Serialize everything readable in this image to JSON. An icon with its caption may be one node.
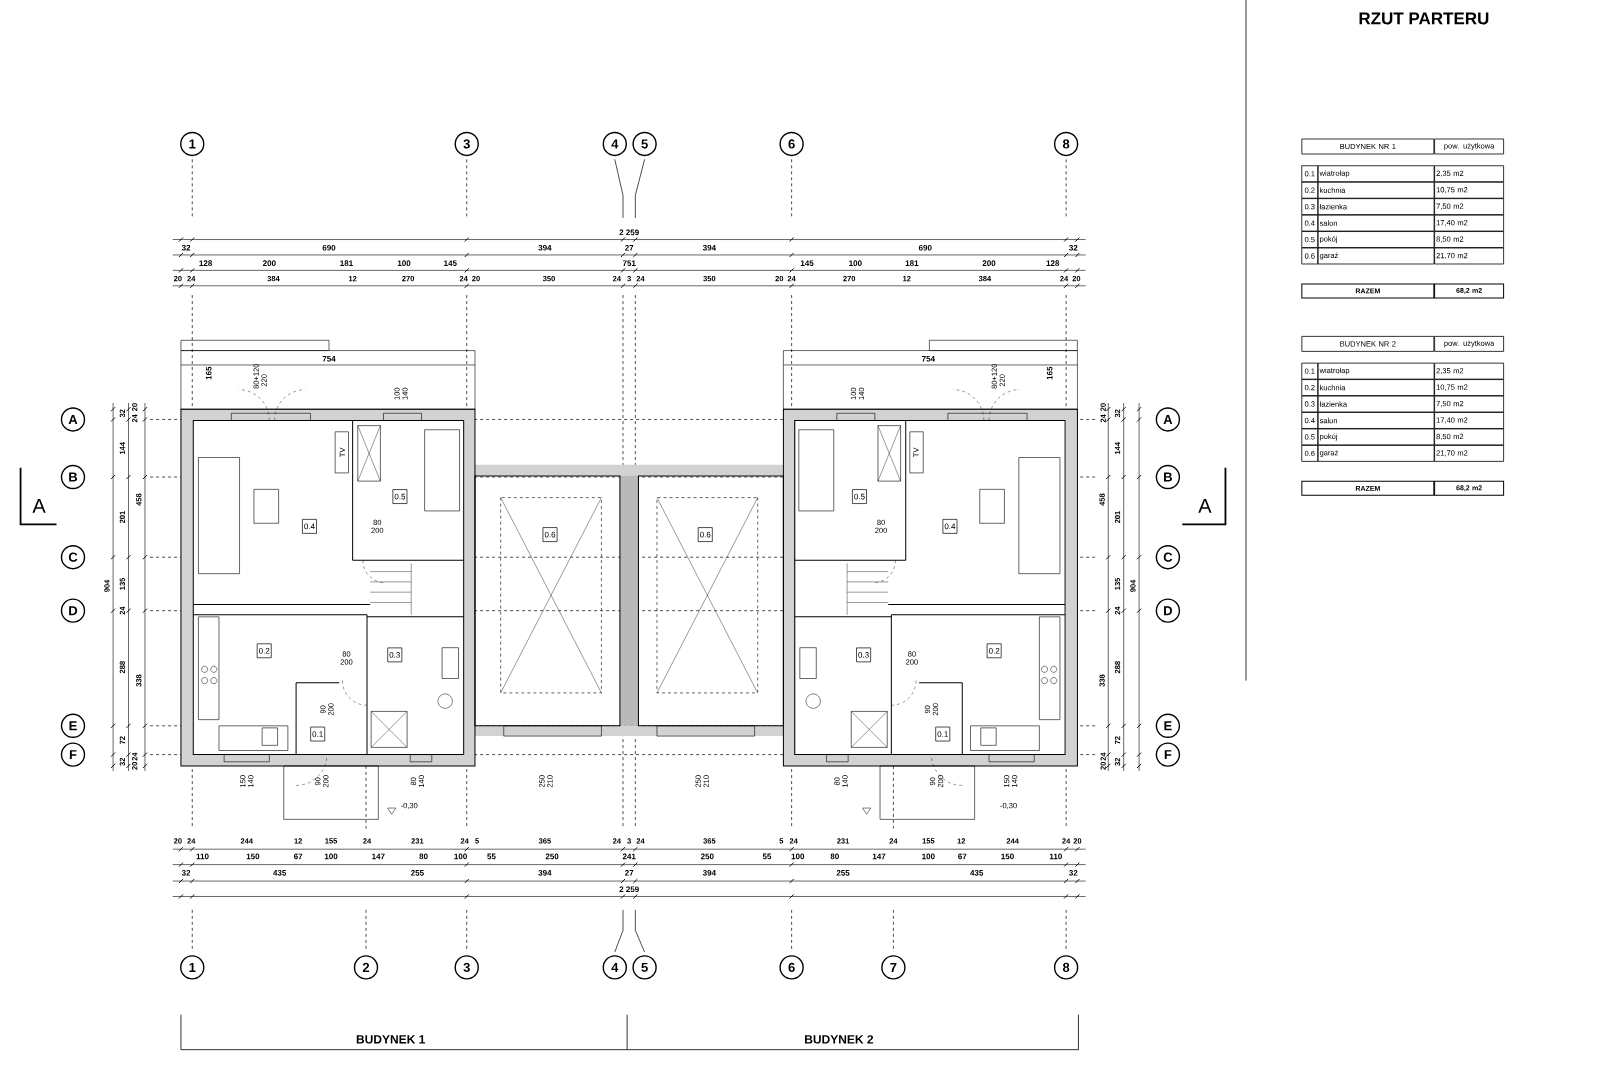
{
  "diagram": {
    "title": "RZUT PARTERU",
    "nodes": [
      {
        "text": [
          "1"
        ]
      },
      {
        "text": [
          "3"
        ]
      },
      {
        "text": [
          "4"
        ]
      },
      {
        "text": [
          "5"
        ]
      },
      {
        "text": [
          "6"
        ]
      },
      {
        "text": [
          "8"
        ]
      },
      {
        "text": [
          "A"
        ]
      },
      {
        "text": [
          "A"
        ]
      },
      {
        "text": [
          "B"
        ]
      },
      {
        "text": [
          "B"
        ]
      },
      {
        "text": [
          "C"
        ]
      },
      {
        "text": [
          "C"
        ]
      },
      {
        "text": [
          "D"
        ]
      },
      {
        "text": [
          "D"
        ]
      },
      {
        "text": [
          "E"
        ]
      },
      {
        "text": [
          "E"
        ]
      },
      {
        "text": [
          "F"
        ]
      },
      {
        "text": [
          "F"
        ]
      },
      {
        "text": [
          "0.5"
        ]
      },
      {
        "text": [
          "0.5"
        ]
      },
      {
        "text": [
          "0.4"
        ]
      },
      {
        "text": [
          "0.4"
        ]
      },
      {
        "text": [
          "0.6"
        ]
      },
      {
        "text": [
          "0.6"
        ]
      },
      {
        "text": [
          "0.2"
        ]
      },
      {
        "text": [
          "0.2"
        ]
      },
      {
        "text": [
          "0.3"
        ]
      },
      {
        "text": [
          "0.3"
        ]
      },
      {
        "text": [
          "0.1"
        ]
      },
      {
        "text": [
          "0.1"
        ]
      },
      {
        "text": [
          "1"
        ]
      },
      {
        "text": [
          "2"
        ]
      },
      {
        "text": [
          "3"
        ]
      },
      {
        "text": [
          "4"
        ]
      },
      {
        "text": [
          "5"
        ]
      },
      {
        "text": [
          "6"
        ]
      },
      {
        "text": [
          "7"
        ]
      },
      {
        "text": [
          "8"
        ]
      }
    ],
    "labels": [
      "BUDYNEK NR 1",
      "pow. użytkowa",
      "0.1",
      "wiatrołap",
      "2,35 m2",
      "0.2",
      "kuchnia",
      "10,75 m2",
      "0.3",
      "łazienka",
      "7,50 m2",
      "0.4",
      "salon",
      "17,40 m2",
      "0.5",
      "pokój",
      "8,50 m2",
      "0.6",
      "garaż",
      "21,70 m2",
      "RAZEM",
      "68,2 m2",
      "BUDYNEK NR 2",
      "pow. użytkowa",
      "0.1",
      "wiatrołap",
      "2,35 m2",
      "0.2",
      "kuchnia",
      "10,75 m2",
      "0.3",
      "łazienka",
      "7,50 m2",
      "0.4",
      "salon",
      "17,40 m2",
      "0.5",
      "pokój",
      "8,50 m2",
      "0.6",
      "garaż",
      "21,70 m2",
      "RAZEM",
      "68,2 m2",
      "2 259",
      "32",
      "690",
      "394",
      "27",
      "394",
      "690",
      "32",
      "128",
      "200",
      "181",
      "100",
      "145",
      "751",
      "145",
      "100",
      "181",
      "200",
      "128",
      "20",
      "24",
      "384",
      "12",
      "270",
      "24",
      "20",
      "350",
      "24",
      "3",
      "24",
      "350",
      "20",
      "24",
      "270",
      "12",
      "384",
      "24",
      "20",
      "754",
      "165",
      "80+120 220",
      "100 140",
      "100 140",
      "80+120 220",
      "165",
      "754",
      "32",
      "24",
      "20",
      "144",
      "201",
      "458",
      "904",
      "135",
      "24",
      "288",
      "338",
      "72",
      "32",
      "20",
      "24",
      "20",
      "24",
      "32",
      "144",
      "458",
      "201",
      "135",
      "904",
      "24",
      "338",
      "288",
      "72",
      "24",
      "20",
      "32",
      "A",
      "A",
      "TV",
      "TV",
      "80 200",
      "80 200",
      "80 200",
      "80 200",
      "90 200",
      "90 200",
      "150 140",
      "90 200",
      "80 140",
      "250 210",
      "250 210",
      "80 140",
      "90 200",
      "150 140",
      "-0,30",
      "-0,30",
      "20",
      "24",
      "244",
      "12",
      "155",
      "24",
      "231",
      "24",
      "5",
      "365",
      "24",
      "3",
      "24",
      "365",
      "5",
      "24",
      "231",
      "24",
      "155",
      "12",
      "244",
      "24",
      "20",
      "110",
      "150",
      "67",
      "100",
      "147",
      "80",
      "100",
      "55",
      "250",
      "241",
      "250",
      "55",
      "100",
      "80",
      "147",
      "100",
      "67",
      "150",
      "110",
      "32",
      "435",
      "255",
      "394",
      "27",
      "394",
      "255",
      "435",
      "32",
      "2 259",
      "BUDYNEK 1",
      "BUDYNEK 2"
    ]
  }
}
